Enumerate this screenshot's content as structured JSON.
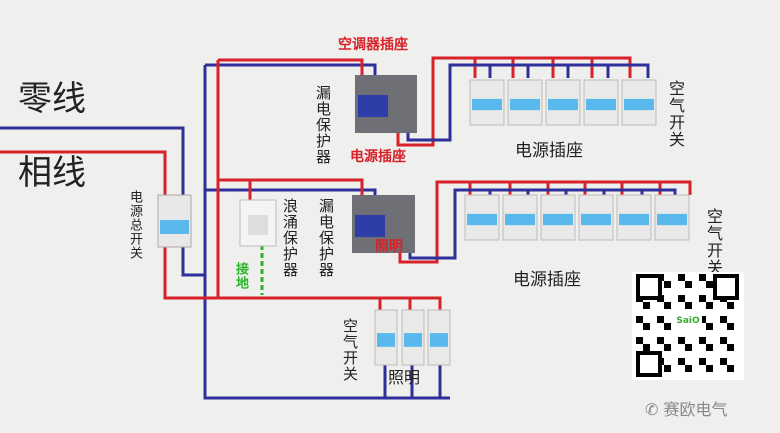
{
  "labels": {
    "neutral_line": "零线",
    "live_line": "相线",
    "main_switch": "电源总开关",
    "rcd_top": "漏电保护器",
    "rcd_bottom": "漏电保护器",
    "surge_protector": "浪涌保护器",
    "ground": "接地",
    "ac_socket": "空调器插座",
    "power_socket_red": "电源插座",
    "lighting_red": "照明",
    "power_sockets_top": "电源插座",
    "power_sockets_bottom": "电源插座",
    "air_switch_top": "空气开关",
    "air_switch_bottom": "空气开关",
    "air_switch_lighting": "空气开关",
    "lighting": "照明"
  },
  "watermark": {
    "brand": "赛欧电气",
    "qr_logo": "SaiO"
  },
  "colors": {
    "live": "#d8222a",
    "neutral": "#2f2f9c",
    "ground": "#2bb52b",
    "breaker": "#59b8ec"
  }
}
